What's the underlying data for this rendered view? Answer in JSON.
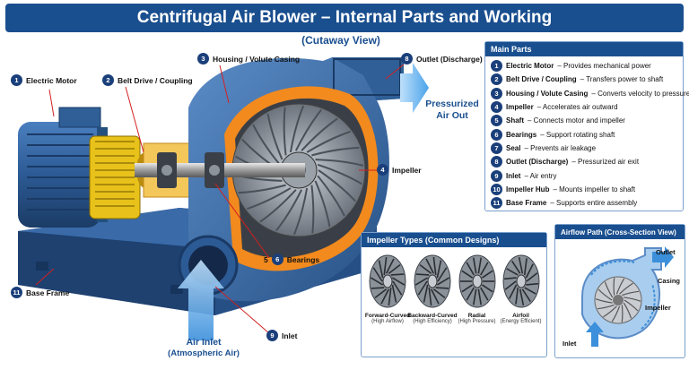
{
  "title": "Centrifugal Air Blower – Internal Parts and Working",
  "subtitle": "(Cutaway View)",
  "callouts": [
    {
      "num": "1",
      "label": "Electric Motor"
    },
    {
      "num": "2",
      "label": "Belt Drive / Coupling"
    },
    {
      "num": "3",
      "label": "Housing / Volute Casing"
    },
    {
      "num": "8",
      "label": "Outlet (Discharge)"
    },
    {
      "num": "4",
      "label": "Impeller"
    },
    {
      "num": "5",
      "num2": "6",
      "label": "Bearings"
    },
    {
      "num": "11",
      "label": "Base Frame"
    },
    {
      "num": "9",
      "label": "Inlet"
    }
  ],
  "pressurized_label": "Pressurized Air Out",
  "air_inlet_label": "Air Inlet",
  "air_inlet_sub": "(Atmospheric Air)",
  "main_parts": {
    "heading": "Main Parts",
    "items": [
      {
        "num": "1",
        "name": "Electric Motor",
        "desc": "– Provides mechanical power"
      },
      {
        "num": "2",
        "name": "Belt Drive / Coupling",
        "desc": "– Transfers power to shaft"
      },
      {
        "num": "3",
        "name": "Housing / Volute Casing",
        "desc": "– Converts velocity to pressure"
      },
      {
        "num": "4",
        "name": "Impeller",
        "desc": "– Accelerates air outward"
      },
      {
        "num": "5",
        "name": "Shaft",
        "desc": "– Connects motor and impeller"
      },
      {
        "num": "6",
        "name": "Bearings",
        "desc": "– Support rotating shaft"
      },
      {
        "num": "7",
        "name": "Seal",
        "desc": "– Prevents air leakage"
      },
      {
        "num": "8",
        "name": "Outlet (Discharge)",
        "desc": "– Pressurized air exit"
      },
      {
        "num": "9",
        "name": "Inlet",
        "desc": "– Air entry"
      },
      {
        "num": "10",
        "name": "Impeller Hub",
        "desc": "– Mounts impeller to shaft"
      },
      {
        "num": "11",
        "name": "Base Frame",
        "desc": "– Supports entire assembly"
      }
    ]
  },
  "impeller_types": {
    "heading": "Impeller Types (Common Designs)",
    "items": [
      {
        "name": "Forward-Curved",
        "note": "(High Airflow)"
      },
      {
        "name": "Backward-Curved",
        "note": "(High Efficiency)"
      },
      {
        "name": "Radial",
        "note": "(High Pressure)"
      },
      {
        "name": "Airfoil",
        "note": "(Energy Efficient)"
      }
    ]
  },
  "airflow_path": {
    "heading": "Airflow Path (Cross-Section View)",
    "outlet": "Outlet",
    "casing": "Casing",
    "impeller": "Impeller",
    "inlet": "Inlet"
  },
  "colors": {
    "navy": "#1a4f8f",
    "machine_blue": "#2f5f96",
    "orange": "#f28a1e",
    "yellow": "#e8c21a",
    "air_blue": "#6fb6ee"
  }
}
